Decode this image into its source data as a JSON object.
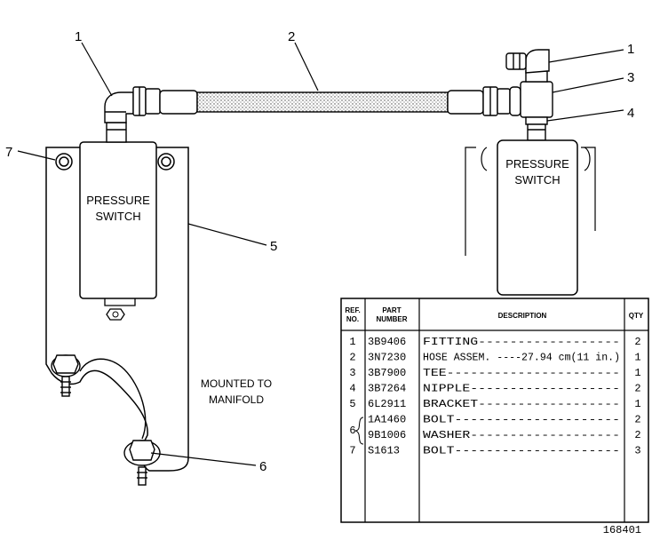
{
  "callouts": {
    "c1_left": "1",
    "c2": "2",
    "c1_right": "1",
    "c3": "3",
    "c4": "4",
    "c7": "7",
    "c5": "5",
    "c6": "6"
  },
  "switch_left": {
    "line1": "PRESSURE",
    "line2": "SWITCH"
  },
  "switch_right": {
    "line1": "PRESSURE",
    "line2": "SWITCH"
  },
  "mount_note": {
    "line1": "MOUNTED TO",
    "line2": "MANIFOLD"
  },
  "table": {
    "headers": {
      "ref_line1": "REF.",
      "ref_line2": "NO.",
      "part_line1": "PART",
      "part_line2": "NUMBER",
      "description": "DESCRIPTION",
      "qty": "QTY"
    },
    "rows": [
      {
        "ref": "1",
        "part": "3B9406",
        "desc": "FITTING------------------",
        "qty": "2"
      },
      {
        "ref": "2",
        "part": "3N7230",
        "desc": "HOSE ASSEM. ----27.94 cm(11 in.)",
        "qty": "1"
      },
      {
        "ref": "3",
        "part": "3B7900",
        "desc": "TEE----------------------",
        "qty": "1"
      },
      {
        "ref": "4",
        "part": "3B7264",
        "desc": "NIPPLE-------------------",
        "qty": "2"
      },
      {
        "ref": "5",
        "part": "6L2911",
        "desc": "BRACKET------------------",
        "qty": "1"
      },
      {
        "ref": "",
        "part": "1A1460",
        "desc": "BOLT---------------------",
        "qty": "2"
      },
      {
        "ref": "",
        "part": "9B1006",
        "desc": "WASHER-------------------",
        "qty": "2"
      },
      {
        "ref": "7",
        "part": "S1613",
        "desc": "BOLT---------------------",
        "qty": "3"
      }
    ],
    "group_ref": "6"
  },
  "figure_number": "168401"
}
